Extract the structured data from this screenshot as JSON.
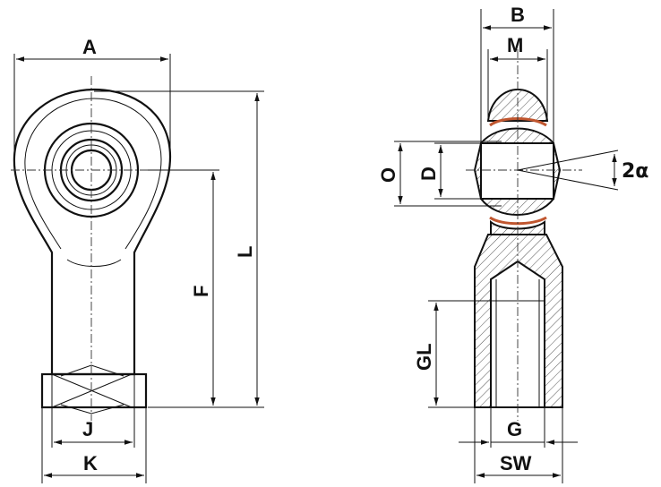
{
  "diagram": {
    "front_view": {
      "labels": {
        "A": "A",
        "F": "F",
        "L": "L",
        "J": "J",
        "K": "K"
      }
    },
    "side_view": {
      "labels": {
        "B": "B",
        "M": "M",
        "O": "O",
        "D": "D",
        "alpha": "2α",
        "GL": "GL",
        "G": "G",
        "SW": "SW"
      }
    },
    "colors": {
      "line": "#111111",
      "seal": "#c0562f",
      "hatch": "#555555",
      "background": "#ffffff"
    }
  }
}
